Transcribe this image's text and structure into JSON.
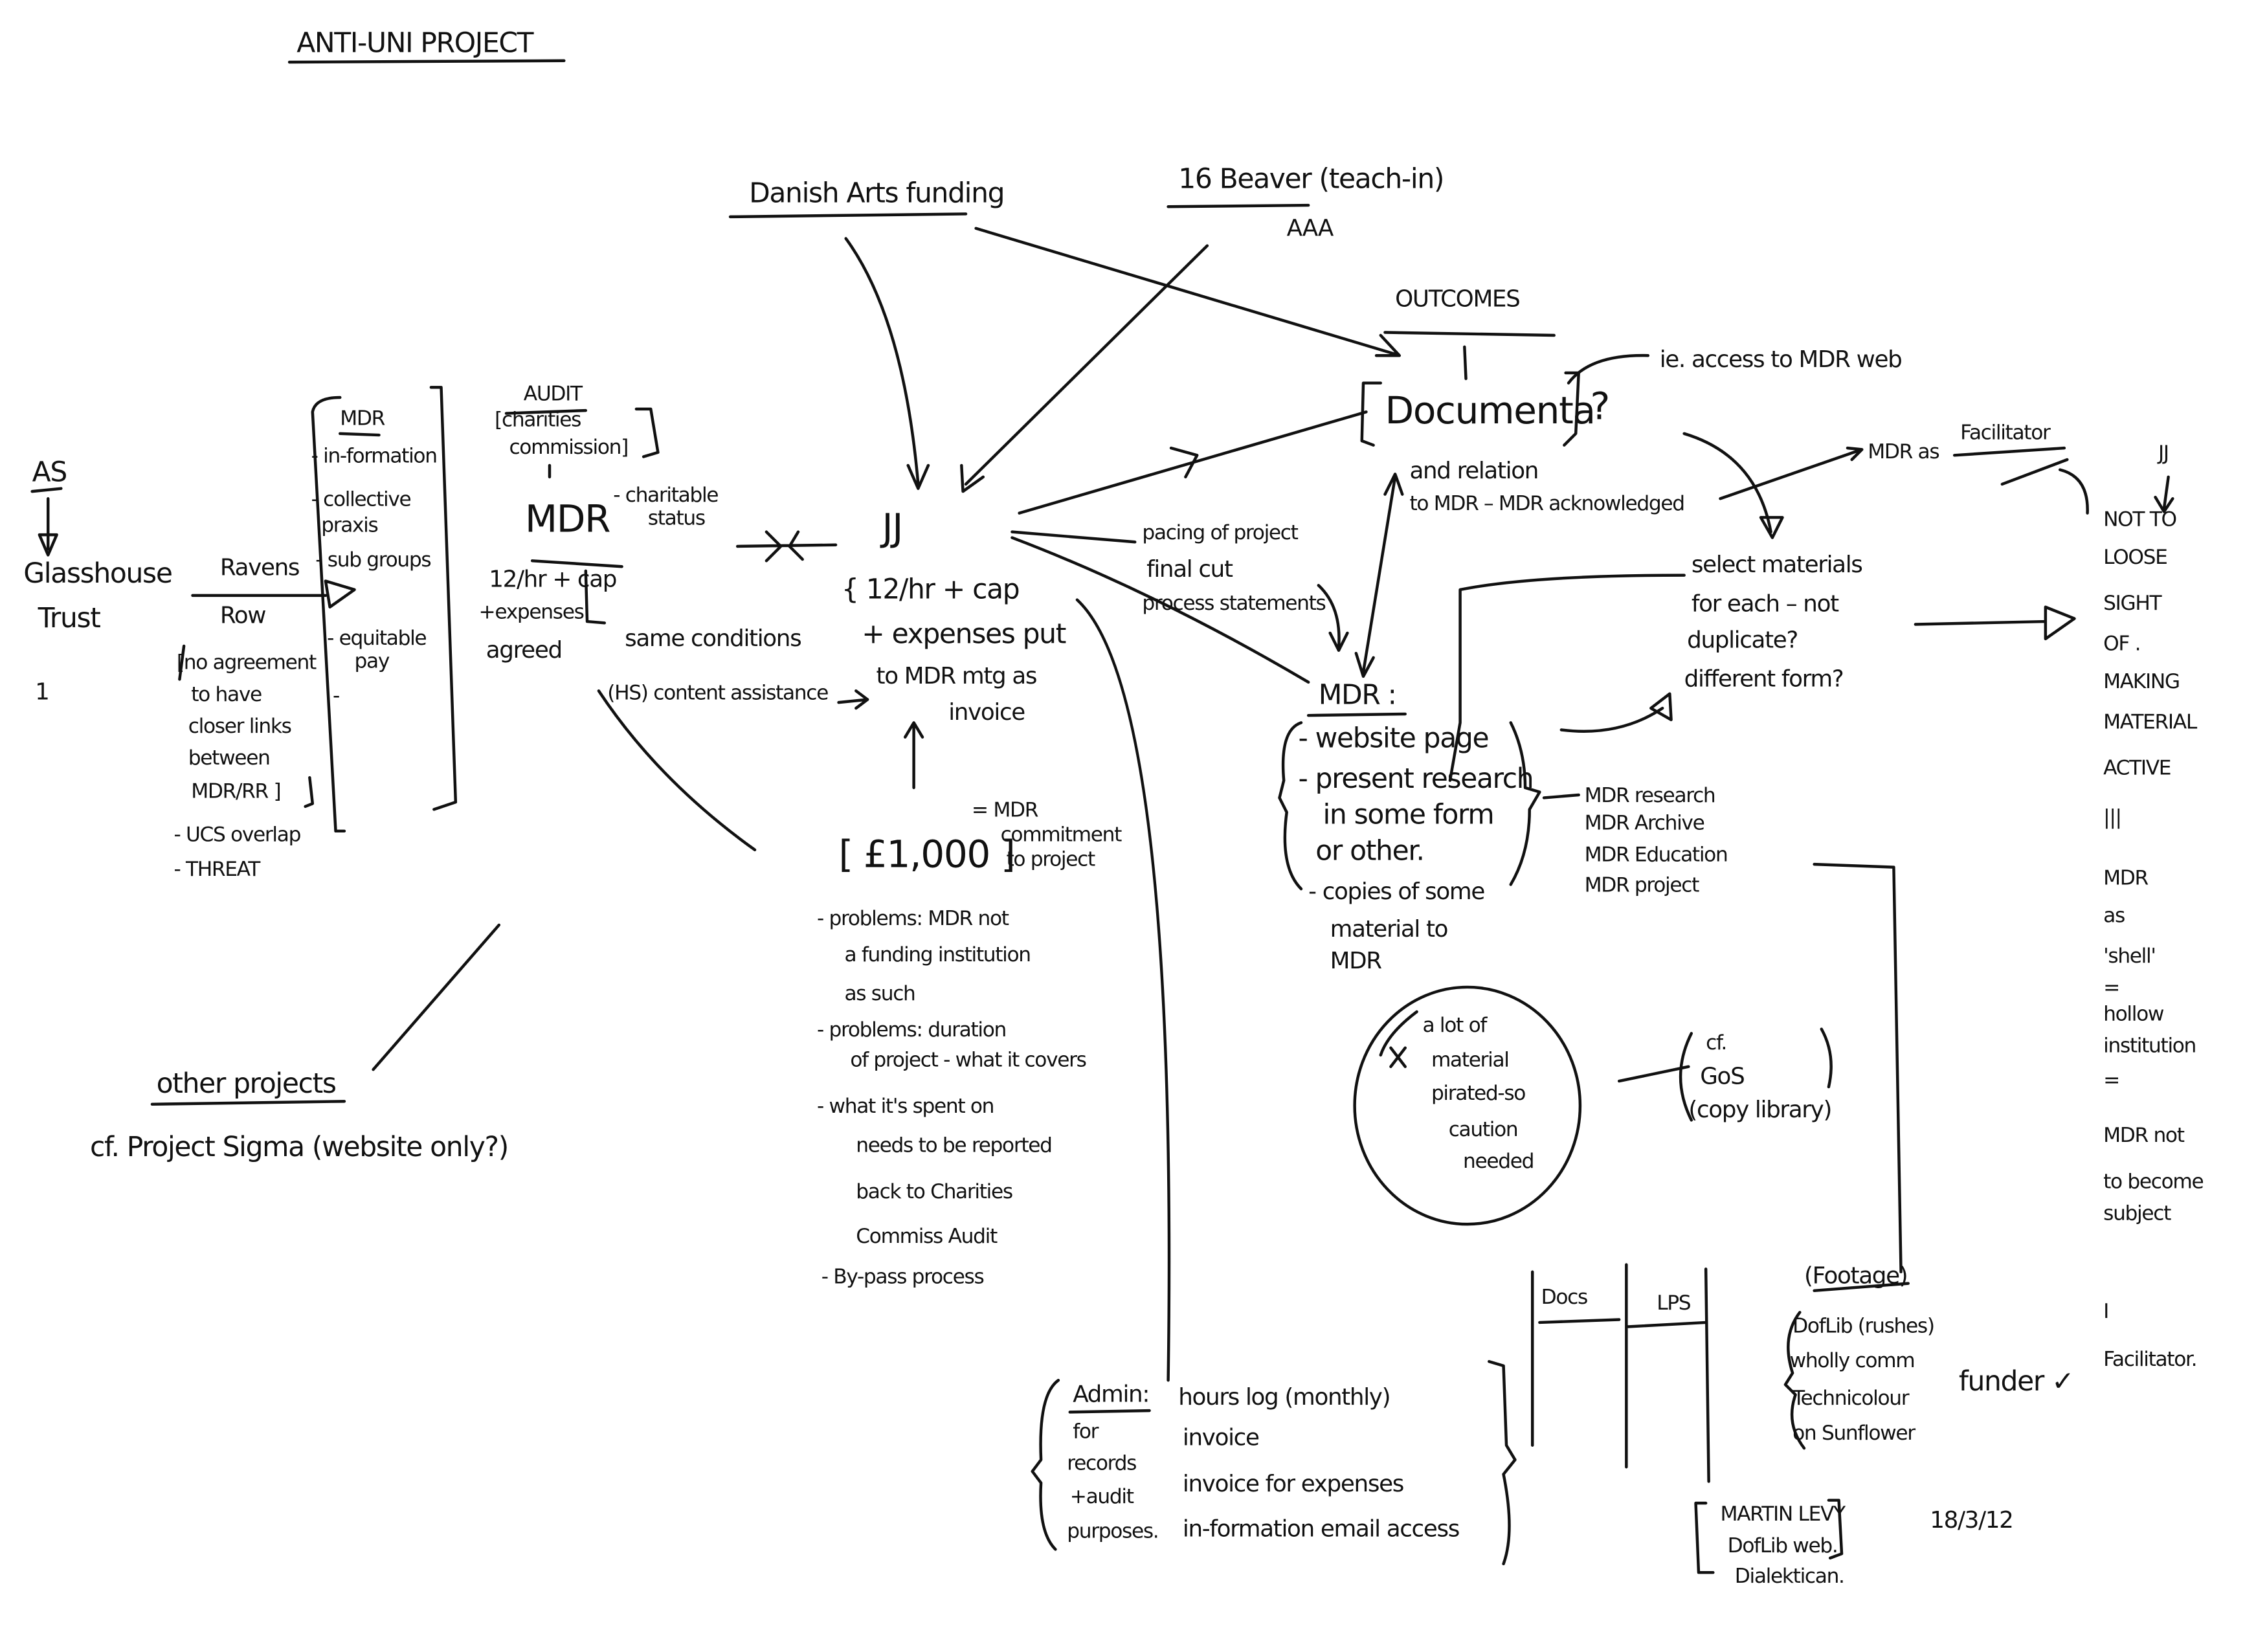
{
  "title": "ANTI-UNI PROJECT",
  "funders": {
    "danish": "Danish Arts funding",
    "beaver": "16 Beaver (teach-in)",
    "aaa": "AAA"
  },
  "outcomes": {
    "heading": "OUTCOMES",
    "access": "ie. access to MDR web",
    "documenta": "Documenta",
    "question": "?",
    "relation1": "and relation",
    "relation2": "to MDR – MDR acknowledged",
    "facilitator_prefix": "MDR as",
    "facilitator": "Facilitator"
  },
  "left": {
    "as": "AS",
    "glasshouse1": "Glasshouse",
    "glasshouse2": "Trust",
    "one": "1",
    "ravens1": "Ravens",
    "ravens2": "Row",
    "note": [
      "[no agreement",
      "to have",
      "closer links",
      "between",
      "MDR/RR ]"
    ],
    "ucs": "- UCS overlap",
    "threat": "- THREAT"
  },
  "mdr_values": {
    "heading": "MDR",
    "items": [
      "- in-formation",
      "- collective",
      "praxis",
      "- sub groups",
      "- equitable",
      "pay",
      "-"
    ]
  },
  "audit": {
    "heading": "AUDIT",
    "charities1": "[charities",
    "charities2": "commission]",
    "mdr": "MDR",
    "status1": "- charitable",
    "status2": "status",
    "rate1": "12/hr + cap",
    "rate2": "+expenses",
    "rate3": "agreed",
    "same": "same conditions",
    "hs": "(HS) content assistance"
  },
  "jj": {
    "name": "JJ",
    "lines": [
      "{ 12/hr + cap",
      "+ expenses put",
      "to MDR mtg as",
      "invoice"
    ],
    "amount": "[ £1,000 ]",
    "commit": [
      "= MDR",
      "commitment",
      "to project"
    ],
    "problems": [
      "- problems: MDR not",
      "a funding institution",
      "as such",
      "- problems: duration",
      "of project - what it covers",
      "- what it's spent on",
      "needs to be reported",
      "back to Charities",
      "Commiss Audit",
      "- By-pass process"
    ]
  },
  "other": {
    "heading": "other projects",
    "sigma": "cf. Project Sigma (website only?)"
  },
  "pacing": [
    "pacing of project",
    "final cut",
    "process statements"
  ],
  "mdr_outputs": {
    "heading": "MDR :",
    "items": [
      "- website page",
      "- present research",
      "in some form",
      "or other.",
      "- copies of some",
      "material to",
      "MDR"
    ],
    "sections": [
      "MDR research",
      "MDR Archive",
      "MDR Education",
      "MDR project"
    ]
  },
  "select": [
    "select materials",
    "for each – not",
    "duplicate?",
    "different form?"
  ],
  "right_column": [
    "NOT TO",
    "LOOSE",
    "SIGHT",
    "OF .",
    "MAKING",
    "MATERIAL",
    "ACTIVE",
    "|||",
    "MDR",
    "as",
    "'shell'",
    "=",
    "hollow",
    "institution",
    "=",
    "MDR not",
    "to become",
    "subject",
    "I",
    "Facilitator."
  ],
  "jj_right": "JJ",
  "pirated": [
    "a lot of",
    "material",
    "pirated-so",
    "caution",
    "needed"
  ],
  "gos": [
    "cf.",
    "GoS",
    "(copy library)"
  ],
  "docs": "Docs",
  "lps": "LPS",
  "footage": {
    "heading": "(Footage)",
    "items": [
      "DofLib (rushes)",
      "wholly comm",
      "Technicolour",
      "on Sunflower"
    ],
    "funder": "funder ✓"
  },
  "admin": {
    "heading": "Admin:",
    "purpose": [
      "for",
      "records",
      "+audit",
      "purposes."
    ],
    "items": [
      "hours log (monthly)",
      "invoice",
      "invoice for expenses",
      "in-formation email access"
    ]
  },
  "contact": [
    "MARTIN LEVY",
    "DofLib web.",
    "Dialektican."
  ],
  "date": "18/3/12"
}
